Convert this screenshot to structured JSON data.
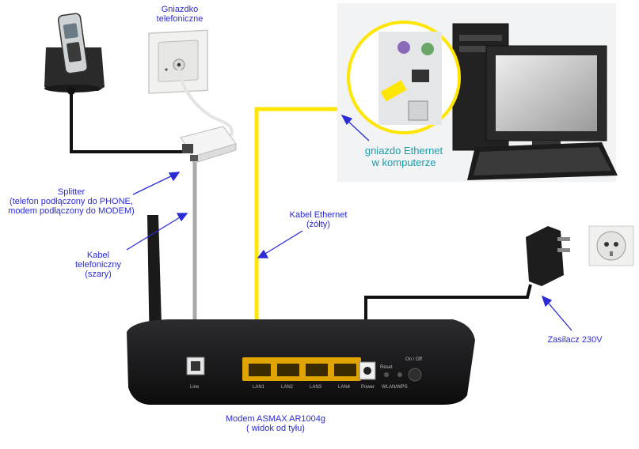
{
  "labels": {
    "wall_socket_line1": "Gniazdko",
    "wall_socket_line2": "telefoniczne",
    "splitter_line1": "Splitter",
    "splitter_line2": "(telefon podłączony do PHONE,",
    "splitter_line3": "modem podłączony do MODEM)",
    "phone_cable_line1": "Kabel",
    "phone_cable_line2": "telefoniczny",
    "phone_cable_line3": "(szary)",
    "ethernet_cable_line1": "Kabel Ethernet",
    "ethernet_cable_line2": "(żółty)",
    "ethernet_port_line1": "gniazdo Ethernet",
    "ethernet_port_line2": "w komputerze",
    "power_adapter": "Zasilacz 230V",
    "modem_line1": "Modem ASMAX AR1004g",
    "modem_line2": "( widok od tyłu)"
  },
  "ports": {
    "line": "Line",
    "lan1": "LAN1",
    "lan2": "LAN2",
    "lan3": "LAN3",
    "lan4": "LAN4",
    "power": "Power",
    "reset": "Reset",
    "wlan": "WLAN/WPS",
    "onoff": "On / Off"
  },
  "colors": {
    "label_text": "#2b2bd6",
    "ethernet_label": "#1a9cb0",
    "ethernet_cable": "#ffe600",
    "phone_cable": "#a8a8a8",
    "black_cable": "#111111",
    "modem_body": "#1b1b1d",
    "lan_ports": "#e0a400"
  }
}
